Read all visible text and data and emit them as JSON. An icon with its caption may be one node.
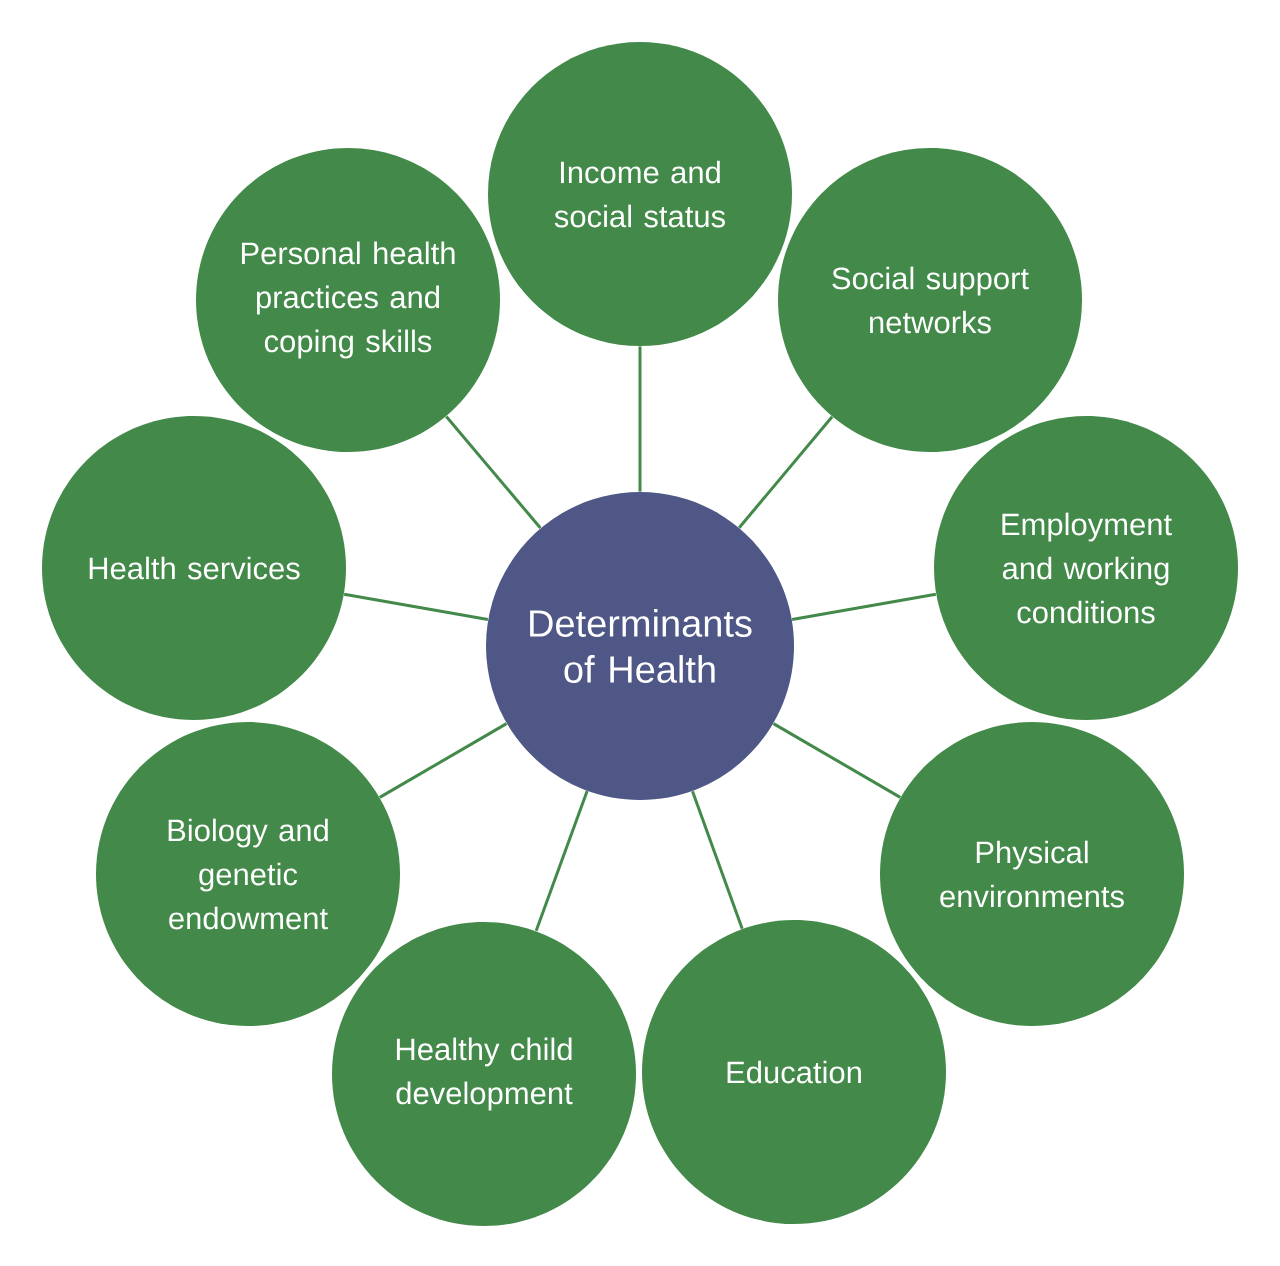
{
  "diagram": {
    "nodes": [
      {
        "text": [
          "Determinants of Health"
        ]
      },
      {
        "text": [
          "Income and social status"
        ]
      },
      {
        "text": [
          "Social support networks"
        ]
      },
      {
        "text": [
          "Employment and working conditions"
        ]
      },
      {
        "text": [
          "Physical environments"
        ]
      },
      {
        "text": [
          "Education"
        ]
      },
      {
        "text": [
          "Healthy child development"
        ]
      },
      {
        "text": [
          "Biology and genetic endowment"
        ]
      },
      {
        "text": [
          "Health services"
        ]
      },
      {
        "text": [
          "Personal health practices and coping skills"
        ]
      }
    ],
    "edges": [
      {
        "from": 0,
        "to": 1,
        "arrow": "none"
      },
      {
        "from": 0,
        "to": 2,
        "arrow": "none"
      },
      {
        "from": 0,
        "to": 3,
        "arrow": "none"
      },
      {
        "from": 0,
        "to": 4,
        "arrow": "none"
      },
      {
        "from": 0,
        "to": 5,
        "arrow": "none"
      },
      {
        "from": 0,
        "to": 6,
        "arrow": "none"
      },
      {
        "from": 0,
        "to": 7,
        "arrow": "none"
      },
      {
        "from": 0,
        "to": 8,
        "arrow": "none"
      },
      {
        "from": 0,
        "to": 9,
        "arrow": "none"
      }
    ]
  }
}
